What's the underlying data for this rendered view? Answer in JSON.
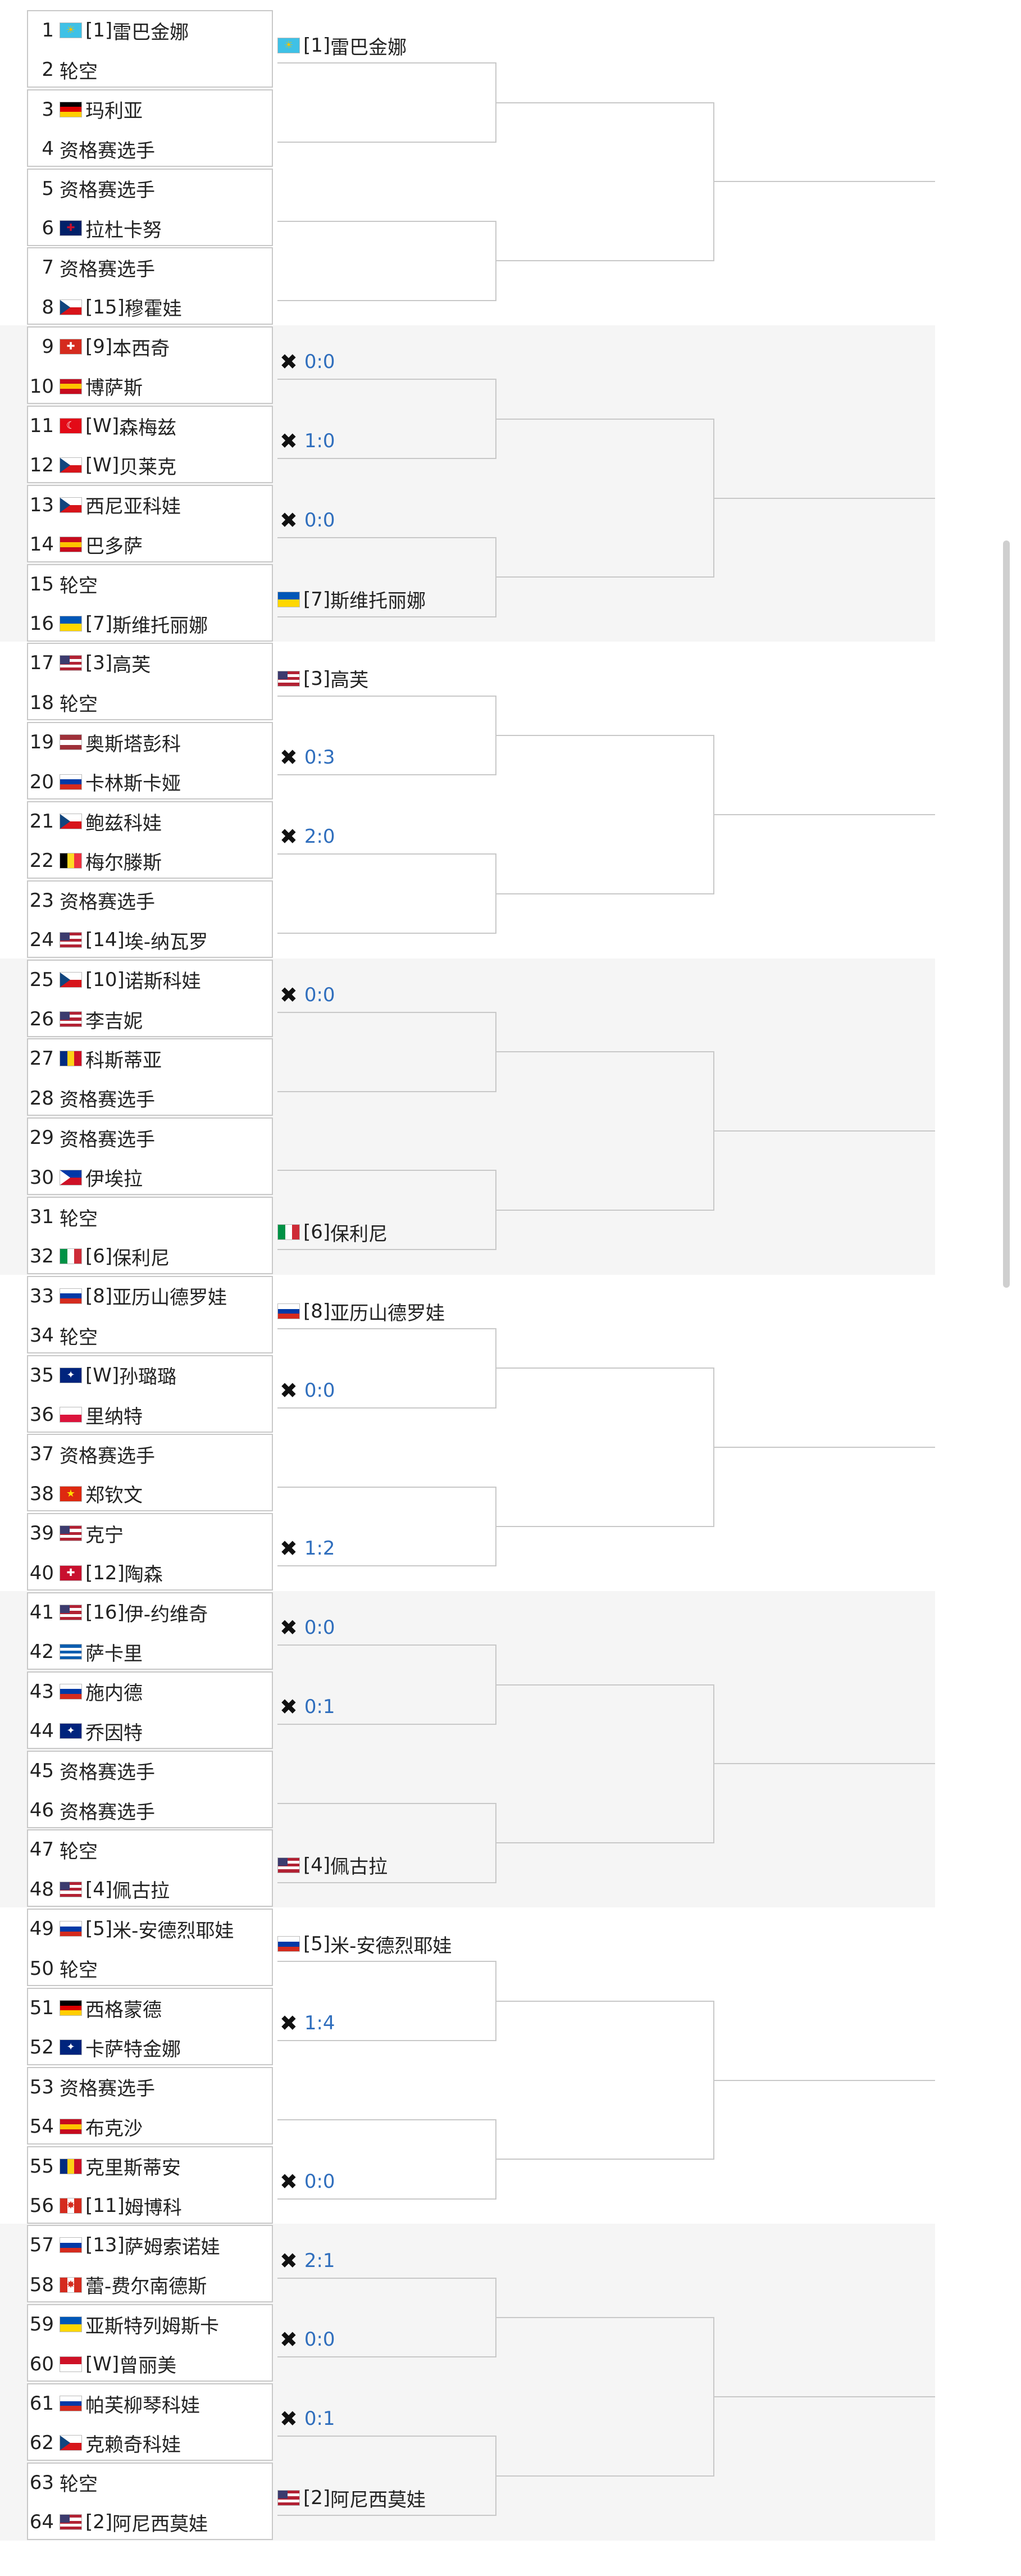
{
  "flags": {
    "KZ": {
      "colors": [
        "#3fc1e6"
      ],
      "mark": "☀",
      "markColor": "#f2c200"
    },
    "DE": {
      "colors": [
        "#000000",
        "#dd0000",
        "#ffce00"
      ],
      "dir": "v"
    },
    "GB": {
      "colors": [
        "#012169"
      ],
      "mark": "✚",
      "markColor": "#c8102e"
    },
    "CZ": {
      "colors": [
        "#ffffff",
        "#d7141a"
      ],
      "dir": "v",
      "tri": "#11457e"
    },
    "CH": {
      "colors": [
        "#d52b1e"
      ],
      "mark": "✚",
      "markColor": "#ffffff"
    },
    "ES": {
      "colors": [
        "#c60b1e",
        "#ffc400",
        "#c60b1e"
      ],
      "dir": "v"
    },
    "TR": {
      "colors": [
        "#e30a17"
      ],
      "mark": "☾",
      "markColor": "#ffffff"
    },
    "UA": {
      "colors": [
        "#0057b7",
        "#ffd700"
      ],
      "dir": "v"
    },
    "US": {
      "colors": [
        "#b22234",
        "#ffffff",
        "#b22234",
        "#ffffff",
        "#b22234"
      ],
      "dir": "v",
      "canton": "#3c3b6e"
    },
    "LV": {
      "colors": [
        "#9e3039",
        "#ffffff",
        "#9e3039"
      ],
      "dir": "v"
    },
    "RU": {
      "colors": [
        "#ffffff",
        "#0039a6",
        "#d52b1e"
      ],
      "dir": "v"
    },
    "BE": {
      "colors": [
        "#000000",
        "#fdda24",
        "#ef3340"
      ]
    },
    "RO": {
      "colors": [
        "#002b7f",
        "#fcd116",
        "#ce1126"
      ]
    },
    "PH": {
      "colors": [
        "#0038a8",
        "#ce1126"
      ],
      "dir": "v",
      "tri": "#ffffff"
    },
    "IT": {
      "colors": [
        "#009246",
        "#ffffff",
        "#ce2b37"
      ]
    },
    "AU": {
      "colors": [
        "#00247d"
      ],
      "mark": "✦",
      "markColor": "#ffffff"
    },
    "PL": {
      "colors": [
        "#ffffff",
        "#dc143c"
      ],
      "dir": "v"
    },
    "CN": {
      "colors": [
        "#de2910"
      ],
      "mark": "★",
      "markColor": "#ffde00"
    },
    "DK": {
      "colors": [
        "#c8102e"
      ],
      "mark": "✚",
      "markColor": "#ffffff"
    },
    "GR": {
      "colors": [
        "#0d5eaf",
        "#ffffff",
        "#0d5eaf",
        "#ffffff",
        "#0d5eaf"
      ],
      "dir": "v"
    },
    "ID": {
      "colors": [
        "#ce1126",
        "#ffffff"
      ],
      "dir": "v"
    },
    "CA": {
      "colors": [
        "#d52b1e",
        "#ffffff",
        "#d52b1e"
      ],
      "mark": "✸",
      "markColor": "#d52b1e"
    }
  },
  "entries": [
    {
      "num": "1",
      "flag": "KZ",
      "seed": "[1]",
      "name": "雷巴金娜"
    },
    {
      "num": "2",
      "flag": "",
      "seed": "",
      "name": "轮空"
    },
    {
      "num": "3",
      "flag": "DE",
      "seed": "",
      "name": "玛利亚"
    },
    {
      "num": "4",
      "flag": "",
      "seed": "",
      "name": "资格赛选手"
    },
    {
      "num": "5",
      "flag": "",
      "seed": "",
      "name": "资格赛选手"
    },
    {
      "num": "6",
      "flag": "GB",
      "seed": "",
      "name": "拉杜卡努"
    },
    {
      "num": "7",
      "flag": "",
      "seed": "",
      "name": "资格赛选手"
    },
    {
      "num": "8",
      "flag": "CZ",
      "seed": "[15]",
      "name": "穆霍娃"
    },
    {
      "num": "9",
      "flag": "CH",
      "seed": "[9]",
      "name": "本西奇"
    },
    {
      "num": "10",
      "flag": "ES",
      "seed": "",
      "name": "博萨斯"
    },
    {
      "num": "11",
      "flag": "TR",
      "seed": "[W]",
      "name": "森梅兹"
    },
    {
      "num": "12",
      "flag": "CZ",
      "seed": "[W]",
      "name": "贝莱克"
    },
    {
      "num": "13",
      "flag": "CZ",
      "seed": "",
      "name": "西尼亚科娃"
    },
    {
      "num": "14",
      "flag": "ES",
      "seed": "",
      "name": "巴多萨"
    },
    {
      "num": "15",
      "flag": "",
      "seed": "",
      "name": "轮空"
    },
    {
      "num": "16",
      "flag": "UA",
      "seed": "[7]",
      "name": "斯维托丽娜"
    },
    {
      "num": "17",
      "flag": "US",
      "seed": "[3]",
      "name": "高芙"
    },
    {
      "num": "18",
      "flag": "",
      "seed": "",
      "name": "轮空"
    },
    {
      "num": "19",
      "flag": "LV",
      "seed": "",
      "name": "奥斯塔彭科"
    },
    {
      "num": "20",
      "flag": "RU",
      "seed": "",
      "name": "卡林斯卡娅"
    },
    {
      "num": "21",
      "flag": "CZ",
      "seed": "",
      "name": "鲍兹科娃"
    },
    {
      "num": "22",
      "flag": "BE",
      "seed": "",
      "name": "梅尔滕斯"
    },
    {
      "num": "23",
      "flag": "",
      "seed": "",
      "name": "资格赛选手"
    },
    {
      "num": "24",
      "flag": "US",
      "seed": "[14]",
      "name": "埃-纳瓦罗"
    },
    {
      "num": "25",
      "flag": "CZ",
      "seed": "[10]",
      "name": "诺斯科娃"
    },
    {
      "num": "26",
      "flag": "US",
      "seed": "",
      "name": "李吉妮"
    },
    {
      "num": "27",
      "flag": "RO",
      "seed": "",
      "name": "科斯蒂亚"
    },
    {
      "num": "28",
      "flag": "",
      "seed": "",
      "name": "资格赛选手"
    },
    {
      "num": "29",
      "flag": "",
      "seed": "",
      "name": "资格赛选手"
    },
    {
      "num": "30",
      "flag": "PH",
      "seed": "",
      "name": "伊埃拉"
    },
    {
      "num": "31",
      "flag": "",
      "seed": "",
      "name": "轮空"
    },
    {
      "num": "32",
      "flag": "IT",
      "seed": "[6]",
      "name": "保利尼"
    },
    {
      "num": "33",
      "flag": "RU",
      "seed": "[8]",
      "name": "亚历山德罗娃"
    },
    {
      "num": "34",
      "flag": "",
      "seed": "",
      "name": "轮空"
    },
    {
      "num": "35",
      "flag": "AU",
      "seed": "[W]",
      "name": "孙璐璐"
    },
    {
      "num": "36",
      "flag": "PL",
      "seed": "",
      "name": "里纳特"
    },
    {
      "num": "37",
      "flag": "",
      "seed": "",
      "name": "资格赛选手"
    },
    {
      "num": "38",
      "flag": "CN",
      "seed": "",
      "name": "郑钦文"
    },
    {
      "num": "39",
      "flag": "US",
      "seed": "",
      "name": "克宁"
    },
    {
      "num": "40",
      "flag": "DK",
      "seed": "[12]",
      "name": "陶森"
    },
    {
      "num": "41",
      "flag": "US",
      "seed": "[16]",
      "name": "伊-约维奇"
    },
    {
      "num": "42",
      "flag": "GR",
      "seed": "",
      "name": "萨卡里"
    },
    {
      "num": "43",
      "flag": "RU",
      "seed": "",
      "name": "施内德"
    },
    {
      "num": "44",
      "flag": "AU",
      "seed": "",
      "name": "乔因特"
    },
    {
      "num": "45",
      "flag": "",
      "seed": "",
      "name": "资格赛选手"
    },
    {
      "num": "46",
      "flag": "",
      "seed": "",
      "name": "资格赛选手"
    },
    {
      "num": "47",
      "flag": "",
      "seed": "",
      "name": "轮空"
    },
    {
      "num": "48",
      "flag": "US",
      "seed": "[4]",
      "name": "佩古拉"
    },
    {
      "num": "49",
      "flag": "RU",
      "seed": "[5]",
      "name": "米-安德烈耶娃"
    },
    {
      "num": "50",
      "flag": "",
      "seed": "",
      "name": "轮空"
    },
    {
      "num": "51",
      "flag": "DE",
      "seed": "",
      "name": "西格蒙德"
    },
    {
      "num": "52",
      "flag": "AU",
      "seed": "",
      "name": "卡萨特金娜"
    },
    {
      "num": "53",
      "flag": "",
      "seed": "",
      "name": "资格赛选手"
    },
    {
      "num": "54",
      "flag": "ES",
      "seed": "",
      "name": "布克沙"
    },
    {
      "num": "55",
      "flag": "RO",
      "seed": "",
      "name": "克里斯蒂安"
    },
    {
      "num": "56",
      "flag": "CA",
      "seed": "[11]",
      "name": "姆博科"
    },
    {
      "num": "57",
      "flag": "RU",
      "seed": "[13]",
      "name": "萨姆索诺娃"
    },
    {
      "num": "58",
      "flag": "CA",
      "seed": "",
      "name": "蕾-费尔南德斯"
    },
    {
      "num": "59",
      "flag": "UA",
      "seed": "",
      "name": "亚斯特列姆斯卡"
    },
    {
      "num": "60",
      "flag": "ID",
      "seed": "[W]",
      "name": "曾丽美"
    },
    {
      "num": "61",
      "flag": "RU",
      "seed": "",
      "name": "帕芙柳琴科娃"
    },
    {
      "num": "62",
      "flag": "CZ",
      "seed": "",
      "name": "克赖奇科娃"
    },
    {
      "num": "63",
      "flag": "",
      "seed": "",
      "name": "轮空"
    },
    {
      "num": "64",
      "flag": "US",
      "seed": "[2]",
      "name": "阿尼西莫娃"
    }
  ],
  "round2": [
    {
      "type": "player",
      "flag": "KZ",
      "seed": "[1]",
      "name": "雷巴金娜"
    },
    {
      "type": "empty"
    },
    {
      "type": "empty"
    },
    {
      "type": "empty"
    },
    {
      "type": "vs",
      "score": "0:0"
    },
    {
      "type": "vs",
      "score": "1:0"
    },
    {
      "type": "vs",
      "score": "0:0"
    },
    {
      "type": "player",
      "flag": "UA",
      "seed": "[7]",
      "name": "斯维托丽娜"
    },
    {
      "type": "player",
      "flag": "US",
      "seed": "[3]",
      "name": "高芙"
    },
    {
      "type": "vs",
      "score": "0:3"
    },
    {
      "type": "vs",
      "score": "2:0"
    },
    {
      "type": "empty"
    },
    {
      "type": "vs",
      "score": "0:0"
    },
    {
      "type": "empty"
    },
    {
      "type": "empty"
    },
    {
      "type": "player",
      "flag": "IT",
      "seed": "[6]",
      "name": "保利尼"
    },
    {
      "type": "player",
      "flag": "RU",
      "seed": "[8]",
      "name": "亚历山德罗娃"
    },
    {
      "type": "vs",
      "score": "0:0"
    },
    {
      "type": "empty"
    },
    {
      "type": "vs",
      "score": "1:2"
    },
    {
      "type": "vs",
      "score": "0:0"
    },
    {
      "type": "vs",
      "score": "0:1"
    },
    {
      "type": "empty"
    },
    {
      "type": "player",
      "flag": "US",
      "seed": "[4]",
      "name": "佩古拉"
    },
    {
      "type": "player",
      "flag": "RU",
      "seed": "[5]",
      "name": "米-安德烈耶娃"
    },
    {
      "type": "vs",
      "score": "1:4"
    },
    {
      "type": "empty"
    },
    {
      "type": "vs",
      "score": "0:0"
    },
    {
      "type": "vs",
      "score": "2:1"
    },
    {
      "type": "vs",
      "score": "0:0"
    },
    {
      "type": "vs",
      "score": "0:1"
    },
    {
      "type": "player",
      "flag": "US",
      "seed": "[2]",
      "name": "阿尼西莫娃"
    }
  ],
  "icons": {
    "vs": "✖"
  }
}
